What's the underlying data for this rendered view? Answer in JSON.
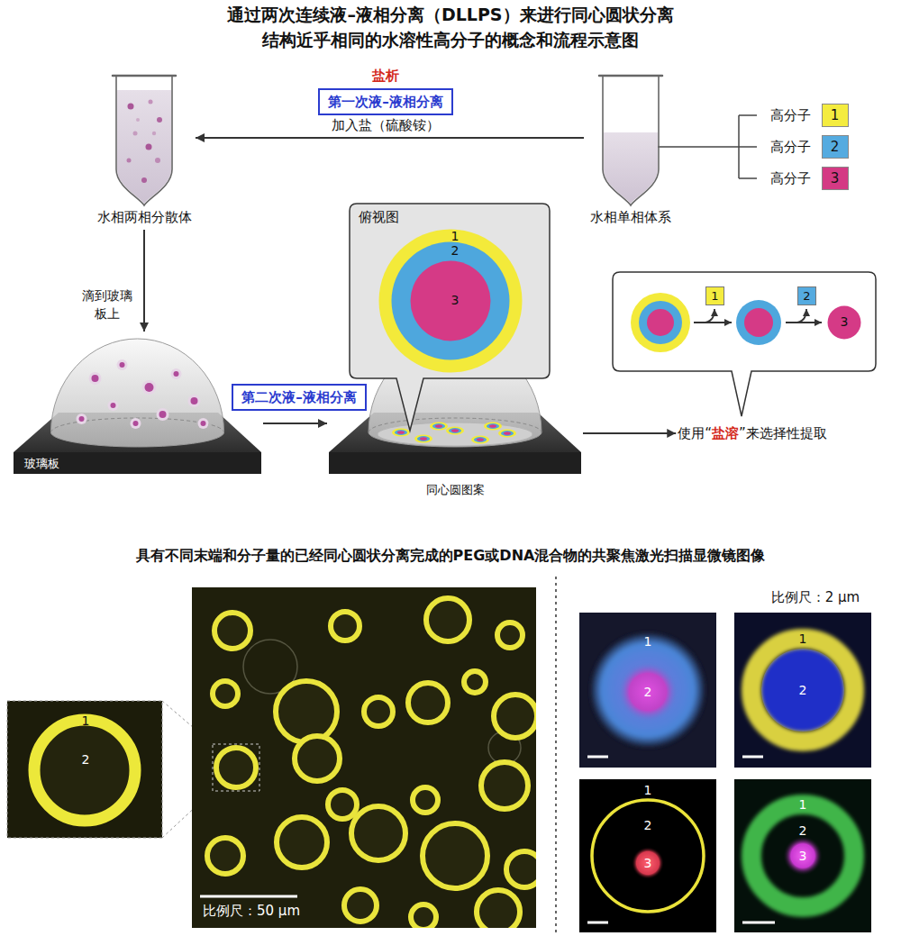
{
  "diagram": {
    "title": "通过两次连续液–液相分离（DLLPS）来进行同心圆状分离 结构近乎相同的水溶性高分子的概念和流程示意图",
    "nodes": [
      {
        "text": [
          "水相两相分散体"
        ]
      },
      {
        "text": [
          "第一次液–液相分离"
        ]
      },
      {
        "text": [
          "水相单相体系"
        ]
      },
      {
        "text": [
          "高分子",
          "1"
        ]
      },
      {
        "text": [
          "高分子",
          "2"
        ]
      },
      {
        "text": [
          "高分子",
          "3"
        ]
      },
      {
        "text": [
          "俯视图"
        ]
      },
      {
        "text": [
          "1"
        ],
        "in": 6
      },
      {
        "text": [
          "2"
        ],
        "in": 7
      },
      {
        "text": [
          "3"
        ],
        "in": 8
      },
      {
        "text": [
          "1"
        ]
      },
      {
        "text": [
          "2"
        ]
      },
      {
        "text": [
          "3"
        ]
      },
      {
        "text": [
          "玻璃板"
        ]
      },
      {
        "text": [
          "第二次液–液相分离"
        ]
      },
      {
        "text": [
          "同心圆图案"
        ]
      },
      {
        "text": [
          "使用“",
          "盐溶",
          "”来选择性提取"
        ]
      }
    ],
    "edges": [
      {
        "from": 2,
        "to": 0,
        "label": "加入盐（硫酸铵）",
        "arrow": "to"
      },
      {
        "from": 0,
        "to": 13,
        "label": "滴到玻璃 板上",
        "arrow": "to"
      },
      {
        "from": 13,
        "to": 15,
        "arrow": "to"
      },
      {
        "from": 15,
        "to": 16,
        "arrow": "to"
      }
    ],
    "labels": [
      "盐析",
      "具有不同末端和分子量的已经同心圆状分离完成的PEG或DNA混合物的共聚焦激光扫描显微镜图像",
      "比例尺：2 μm",
      "1",
      "2",
      "比例尺：50 μm",
      "1",
      "2",
      "1",
      "2",
      "1",
      "2",
      "3",
      "1",
      "2",
      "3"
    ]
  }
}
